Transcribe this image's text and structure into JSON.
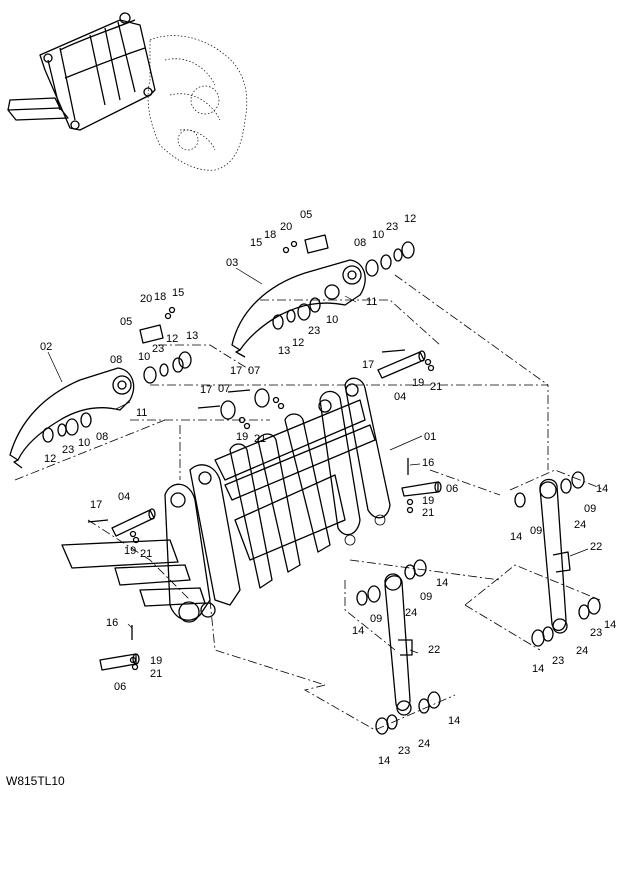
{
  "drawing_code": "W815TL10",
  "callouts": [
    {
      "id": "c01",
      "text": "01"
    },
    {
      "id": "c02",
      "text": "02"
    },
    {
      "id": "c03",
      "text": "03"
    },
    {
      "id": "c04a",
      "text": "04"
    },
    {
      "id": "c04b",
      "text": "04"
    },
    {
      "id": "c05a",
      "text": "05"
    },
    {
      "id": "c05b",
      "text": "05"
    },
    {
      "id": "c06a",
      "text": "06"
    },
    {
      "id": "c06b",
      "text": "06"
    },
    {
      "id": "c07a",
      "text": "07"
    },
    {
      "id": "c07b",
      "text": "07"
    },
    {
      "id": "c08a",
      "text": "08"
    },
    {
      "id": "c08b",
      "text": "08"
    },
    {
      "id": "c08c",
      "text": "08"
    },
    {
      "id": "c09a",
      "text": "09"
    },
    {
      "id": "c09b",
      "text": "09"
    },
    {
      "id": "c09c",
      "text": "09"
    },
    {
      "id": "c09d",
      "text": "09"
    },
    {
      "id": "c10a",
      "text": "10"
    },
    {
      "id": "c10b",
      "text": "10"
    },
    {
      "id": "c10c",
      "text": "10"
    },
    {
      "id": "c10d",
      "text": "10"
    },
    {
      "id": "c11a",
      "text": "11"
    },
    {
      "id": "c11b",
      "text": "11"
    },
    {
      "id": "c12a",
      "text": "12"
    },
    {
      "id": "c12b",
      "text": "12"
    },
    {
      "id": "c12c",
      "text": "12"
    },
    {
      "id": "c12d",
      "text": "12"
    },
    {
      "id": "c13a",
      "text": "13"
    },
    {
      "id": "c13b",
      "text": "13"
    },
    {
      "id": "c14a",
      "text": "14"
    },
    {
      "id": "c14b",
      "text": "14"
    },
    {
      "id": "c14c",
      "text": "14"
    },
    {
      "id": "c14d",
      "text": "14"
    },
    {
      "id": "c14e",
      "text": "14"
    },
    {
      "id": "c14f",
      "text": "14"
    },
    {
      "id": "c14g",
      "text": "14"
    },
    {
      "id": "c14h",
      "text": "14"
    },
    {
      "id": "c15a",
      "text": "15"
    },
    {
      "id": "c15b",
      "text": "15"
    },
    {
      "id": "c16a",
      "text": "16"
    },
    {
      "id": "c16b",
      "text": "16"
    },
    {
      "id": "c17a",
      "text": "17"
    },
    {
      "id": "c17b",
      "text": "17"
    },
    {
      "id": "c17c",
      "text": "17"
    },
    {
      "id": "c17d",
      "text": "17"
    },
    {
      "id": "c18a",
      "text": "18"
    },
    {
      "id": "c18b",
      "text": "18"
    },
    {
      "id": "c19a",
      "text": "19"
    },
    {
      "id": "c19b",
      "text": "19"
    },
    {
      "id": "c19c",
      "text": "19"
    },
    {
      "id": "c19d",
      "text": "19"
    },
    {
      "id": "c19e",
      "text": "19"
    },
    {
      "id": "c20a",
      "text": "20"
    },
    {
      "id": "c20b",
      "text": "20"
    },
    {
      "id": "c21a",
      "text": "21"
    },
    {
      "id": "c21b",
      "text": "21"
    },
    {
      "id": "c21c",
      "text": "21"
    },
    {
      "id": "c21d",
      "text": "21"
    },
    {
      "id": "c21e",
      "text": "21"
    },
    {
      "id": "c22a",
      "text": "22"
    },
    {
      "id": "c22b",
      "text": "22"
    },
    {
      "id": "c23a",
      "text": "23"
    },
    {
      "id": "c23b",
      "text": "23"
    },
    {
      "id": "c23c",
      "text": "23"
    },
    {
      "id": "c23d",
      "text": "23"
    },
    {
      "id": "c23e",
      "text": "23"
    },
    {
      "id": "c23f",
      "text": "23"
    },
    {
      "id": "c23g",
      "text": "23"
    },
    {
      "id": "c24a",
      "text": "24"
    },
    {
      "id": "c24b",
      "text": "24"
    },
    {
      "id": "c24c",
      "text": "24"
    },
    {
      "id": "c24d",
      "text": "24"
    }
  ]
}
